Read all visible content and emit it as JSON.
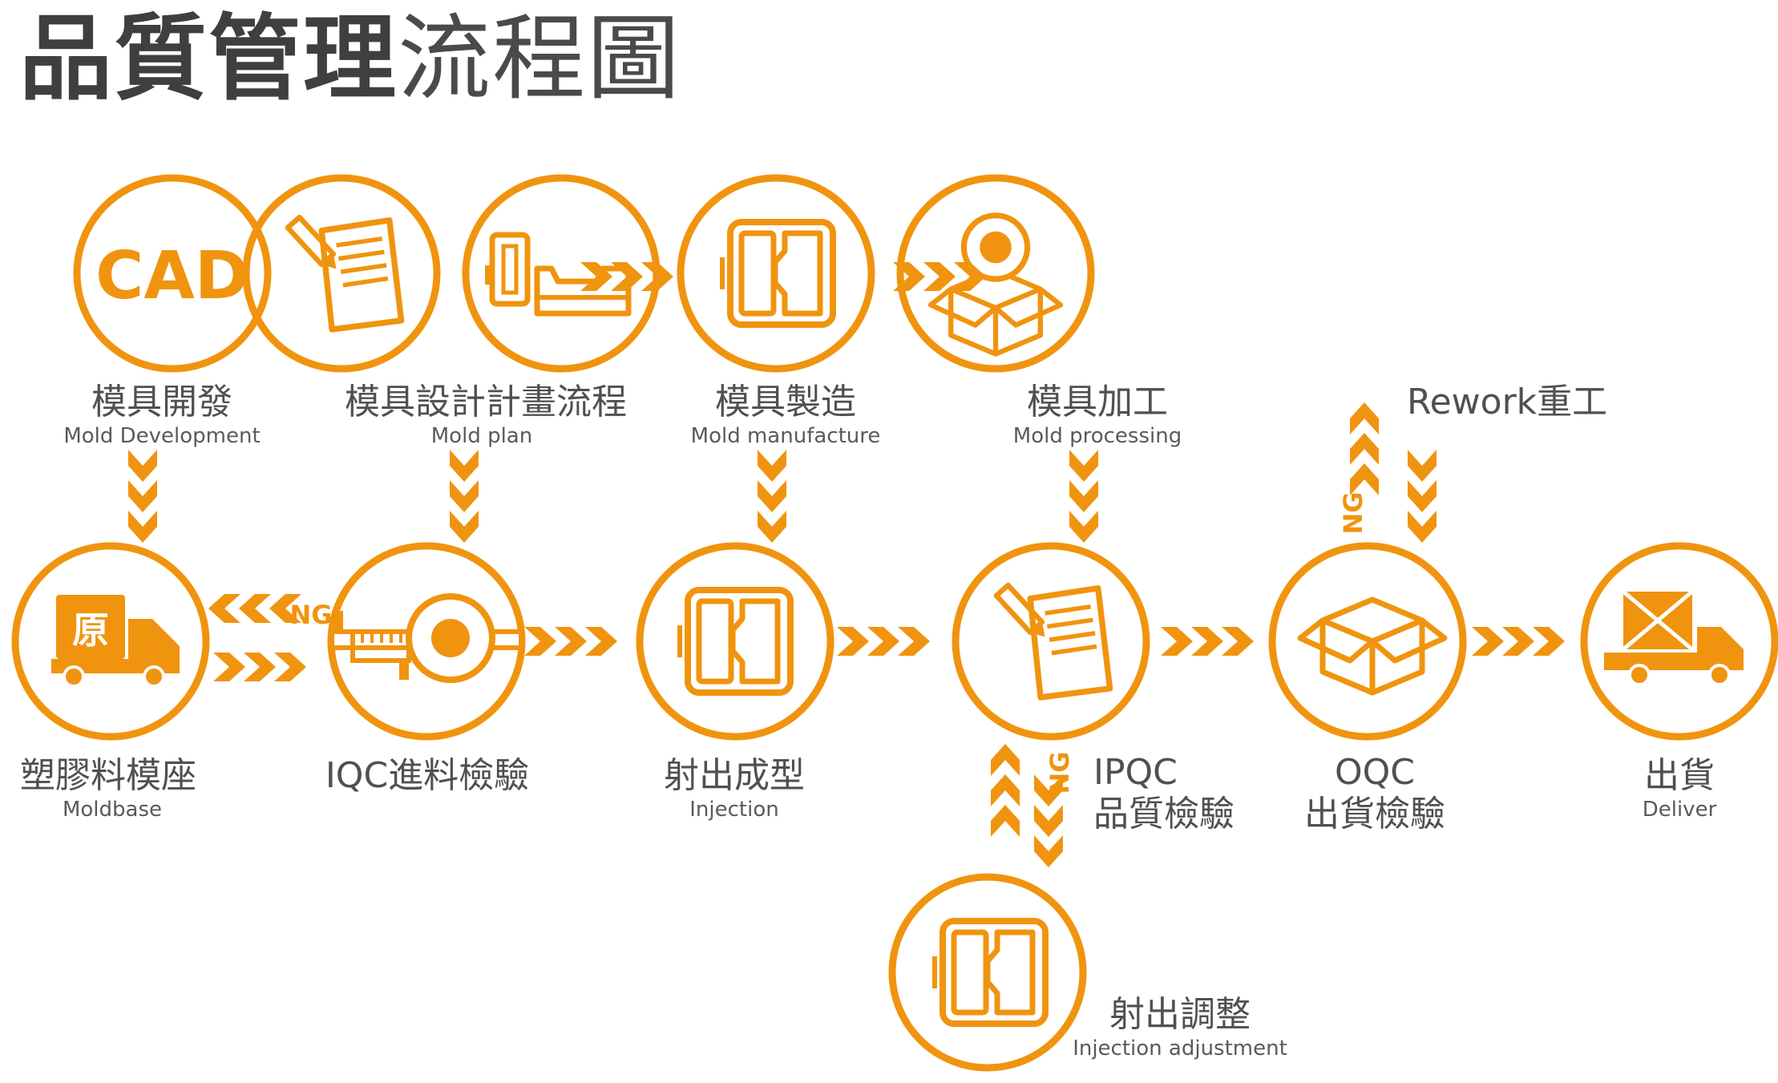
{
  "title": {
    "bold": "品質管理",
    "light": "流程圖"
  },
  "colors": {
    "accent": "#f0940f",
    "text": "#505050",
    "title": "#3f3f3f",
    "background": "#ffffff"
  },
  "nodes": {
    "mold_development": {
      "zh": "模具開發",
      "en": "Mold Development",
      "icon": "cad-text-icon",
      "icon_text": "CAD"
    },
    "mold_plan": {
      "zh": "模具設計計畫流程",
      "en": "Mold plan",
      "icon": "document-pen-icon"
    },
    "mold_manufacture": {
      "zh": "模具製造",
      "en": "Mold manufacture",
      "icon": "mold-tray-icon"
    },
    "mold_processing": {
      "zh": "模具加工",
      "en": "Mold processing",
      "icon": "mold-icon"
    },
    "rework": {
      "zh": "Rework重工",
      "icon": "box-magnifier-icon"
    },
    "moldbase": {
      "zh": "塑膠料模座",
      "en": "Moldbase",
      "icon": "truck-icon",
      "icon_text": "原"
    },
    "iqc": {
      "zh": "IQC進料檢驗",
      "icon": "caliper-icon"
    },
    "injection": {
      "zh": "射出成型",
      "en": "Injection",
      "icon": "mold-icon"
    },
    "ipqc": {
      "zh_line1": "IPQC",
      "zh_line2": "品質檢驗",
      "icon": "document-pen-icon"
    },
    "oqc": {
      "zh_line1": "OQC",
      "zh_line2": "出貨檢驗",
      "icon": "open-box-icon"
    },
    "deliver": {
      "zh": "出貨",
      "en": "Deliver",
      "icon": "delivery-truck-icon"
    },
    "injection_adjustment": {
      "zh": "射出調整",
      "en": "Injection adjustment",
      "icon": "mold-icon"
    }
  },
  "ng_labels": {
    "iqc": "NG",
    "ipqc": "NG",
    "oqc": "NG"
  }
}
